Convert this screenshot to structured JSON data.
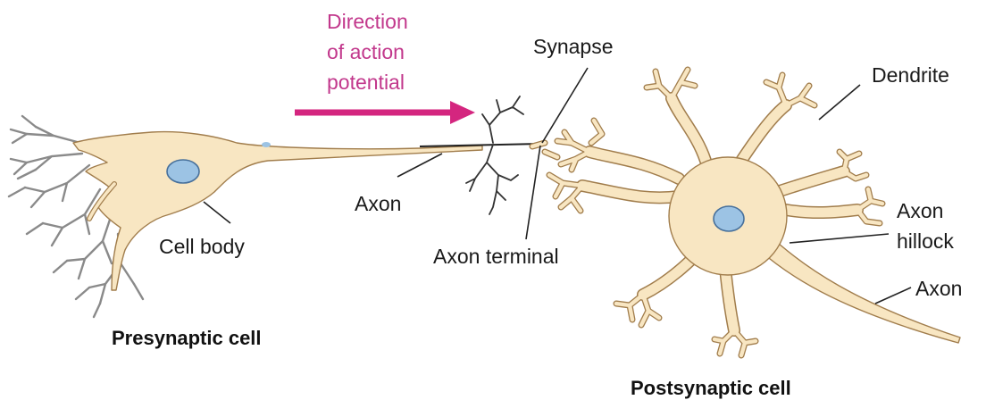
{
  "labels": {
    "direction_line1": "Direction",
    "direction_line2": "of action",
    "direction_line3": "potential",
    "synapse": "Synapse",
    "dendrite": "Dendrite",
    "axon_pre": "Axon",
    "cell_body": "Cell body",
    "axon_terminal": "Axon terminal",
    "axon_hillock_line1": "Axon",
    "axon_hillock_line2": "hillock",
    "axon_post": "Axon",
    "presynaptic": "Presynaptic cell",
    "postsynaptic": "Postsynaptic cell"
  },
  "colors": {
    "arrow": "#d4267f",
    "cell_fill": "#f8e6c2",
    "cell_outline": "#a17d4c",
    "nucleus": "#9cc3e4",
    "label_accent": "#c2388c"
  }
}
